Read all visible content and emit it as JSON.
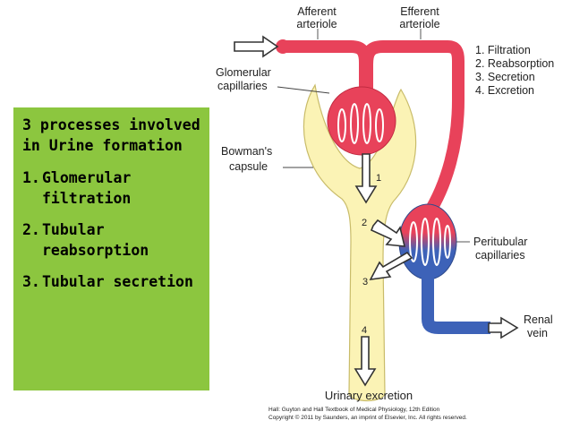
{
  "sidebar": {
    "intro": "3 processes involved in Urine formation",
    "items": [
      {
        "num": "1.",
        "text": "Glomerular filtration"
      },
      {
        "num": "2.",
        "text": "Tubular reabsorption"
      },
      {
        "num": "3.",
        "text": "Tubular secretion"
      }
    ]
  },
  "diagram": {
    "labels": {
      "afferent_1": "Afferent",
      "afferent_2": "arteriole",
      "efferent_1": "Efferent",
      "efferent_2": "arteriole",
      "glom_1": "Glomerular",
      "glom_2": "capillaries",
      "bowman_1": "Bowman's",
      "bowman_2": "capsule",
      "peri_1": "Peritubular",
      "peri_2": "capillaries",
      "renal_1": "Renal",
      "renal_2": "vein",
      "urinary": "Urinary excretion"
    },
    "process_list": [
      "1. Filtration",
      "2. Reabsorption",
      "3. Secretion",
      "4. Excretion"
    ],
    "arrow_numbers": [
      "1",
      "2",
      "3",
      "4"
    ],
    "credit_1": "Hall: Guyton and Hall Textbook of Medical Physiology, 12th Edition",
    "credit_2": "Copyright © 2011 by Saunders, an imprint of Elsevier, Inc. All rights reserved.",
    "colors": {
      "arterial": "#e8425a",
      "venous": "#3d62b8",
      "capsule": "#fbf3b5",
      "sidebar": "#8cc63f"
    }
  }
}
